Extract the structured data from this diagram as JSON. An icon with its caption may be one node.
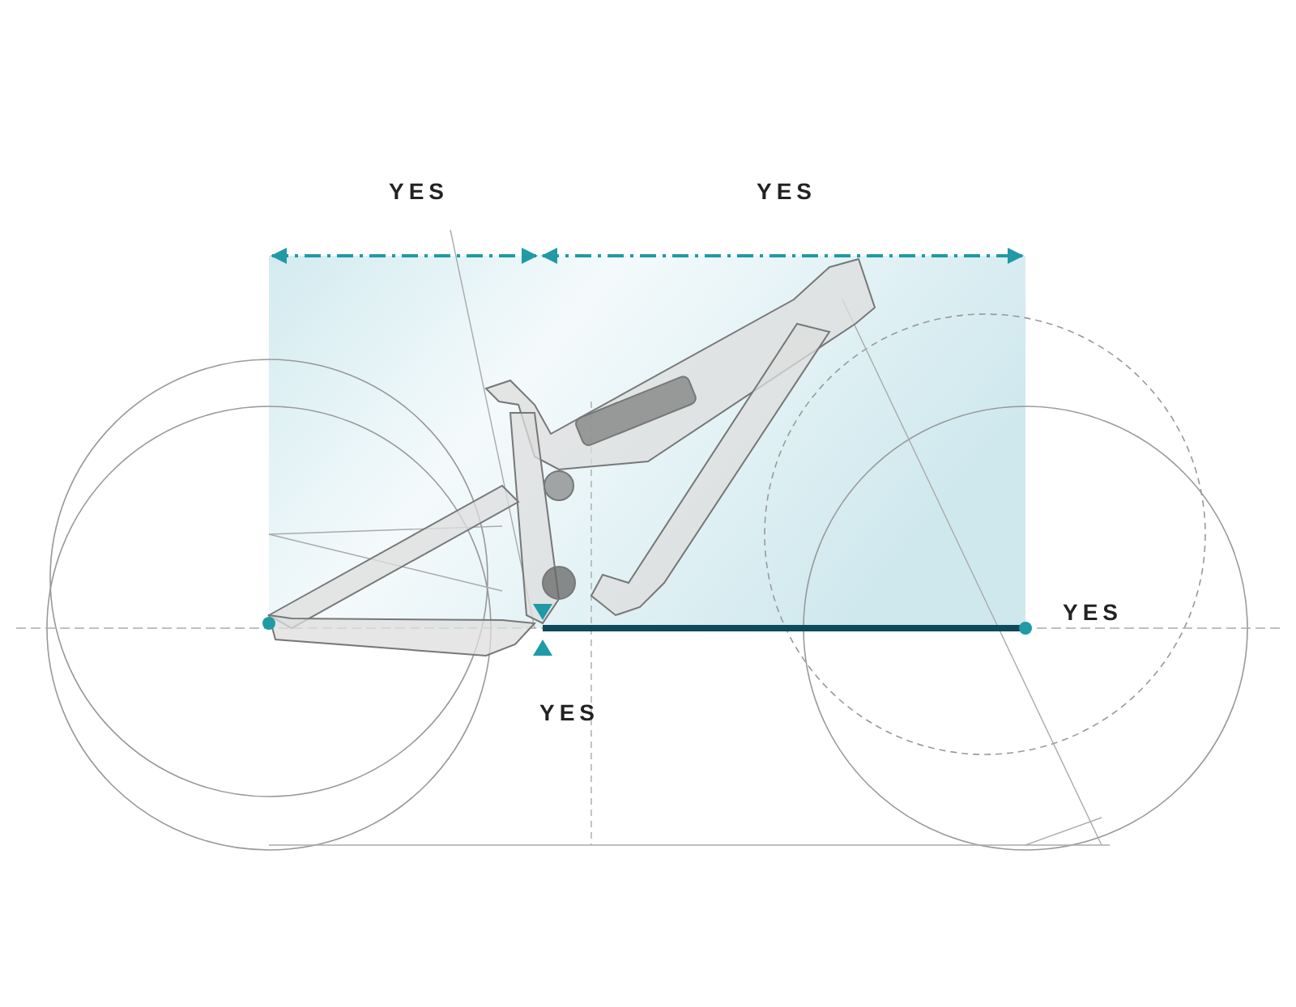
{
  "diagram": {
    "labels": [
      "YES",
      "YES",
      "YES",
      "YES"
    ]
  }
}
